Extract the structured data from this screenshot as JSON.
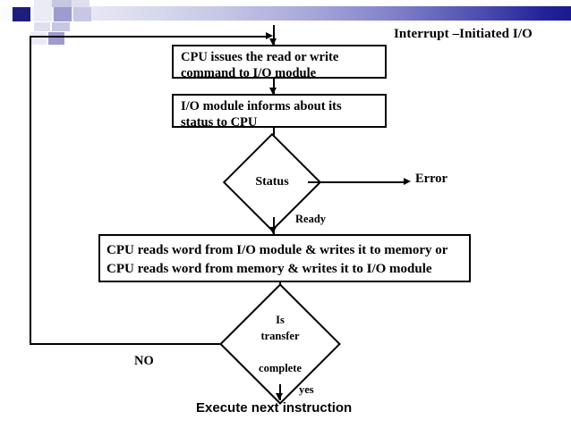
{
  "slide": {
    "title": "Interrupt –Initiated I/O",
    "decor": {
      "gradient_start": "#fdfdff",
      "gradient_end": "#1b1b8f",
      "square_dark": "#1d1d7e",
      "square_mid": "#9c9cd0",
      "square_light": "#c7c7e4"
    }
  },
  "flowchart": {
    "type": "flowchart",
    "nodes": {
      "cpu_issues": {
        "shape": "process",
        "text": "CPU issues the read or write\ncommand to I/O module"
      },
      "io_informs": {
        "shape": "process",
        "text": "I/O module informs about its\nstatus to CPU"
      },
      "status": {
        "shape": "decision",
        "text": "Status"
      },
      "cpu_reads": {
        "shape": "process",
        "text": "CPU reads word from I/O module & writes it to memory or\nCPU reads word from memory & writes it to I/O module"
      },
      "is_transfer_complete": {
        "shape": "decision",
        "text": "Is\ntransfer\n\ncomplete"
      },
      "execute_next": {
        "shape": "terminal-text",
        "text": "Execute next instruction"
      }
    },
    "edge_labels": {
      "error": "Error",
      "ready": "Ready",
      "no": "NO",
      "yes": "yes"
    }
  }
}
